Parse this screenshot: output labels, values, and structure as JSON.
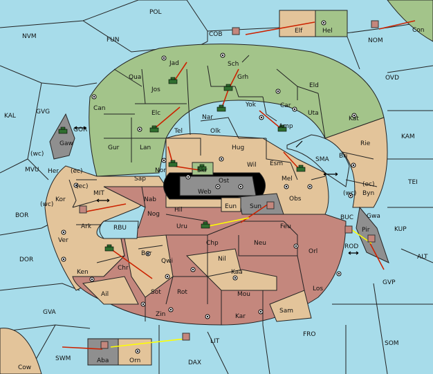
{
  "colors": {
    "sea": "#a7dcea",
    "green": "#a3c48a",
    "tan": "#e3c49a",
    "rose": "#c4877d",
    "grey": "#8f8f8f",
    "black": "#000000",
    "order_move": "#cc2200",
    "order_support": "#ffff00",
    "unit_army": "#2f6e2f"
  },
  "map": {
    "sea_labels": [
      "POL",
      "NVM",
      "FUN",
      "COB",
      "NOM",
      "Con",
      "OVD",
      "KAL",
      "GVG",
      "GOR",
      "(wc)",
      "MVU",
      "MIT",
      "(ec)",
      "BOR",
      "(wc)",
      "RBU",
      "DOR",
      "KAM",
      "TEI",
      "SMA",
      "(wc)",
      "(ec)",
      "BUC",
      "KUP",
      "ROD",
      "ALT",
      "GVP",
      "GVA",
      "FRO",
      "SOM",
      "LIT",
      "SWM",
      "DAX",
      "Cow"
    ],
    "land_labels": [
      "Elf",
      "Hel",
      "Jad",
      "Sch",
      "Qua",
      "Jos",
      "Grh",
      "Eld",
      "Can",
      "Nar",
      "Yok",
      "Car",
      "Uta",
      "Elc",
      "Tel",
      "Olk",
      "Amp",
      "Kat",
      "Gur",
      "Lan",
      "Hug",
      "Rie",
      "Gaw",
      "Bri",
      "Nor",
      "Skr",
      "Wil",
      "Esm",
      "Sap",
      "Ost",
      "Web",
      "Mel",
      "Her",
      "(ec)",
      "Byn",
      "Kor",
      "Nab",
      "Eun",
      "Obs",
      "Sun",
      "Gwa",
      "Ark",
      "Hil",
      "Nog",
      "Uru",
      "Feu",
      "Pir",
      "Chp",
      "Neu",
      "Orl",
      "Bar",
      "Ver",
      "Qwi",
      "Nil",
      "Ken",
      "Chr",
      "Kaa",
      "Sot",
      "Rot",
      "Mou",
      "Los",
      "Ail",
      "Zin",
      "Kar",
      "Sam",
      "Aba",
      "Orn"
    ]
  }
}
